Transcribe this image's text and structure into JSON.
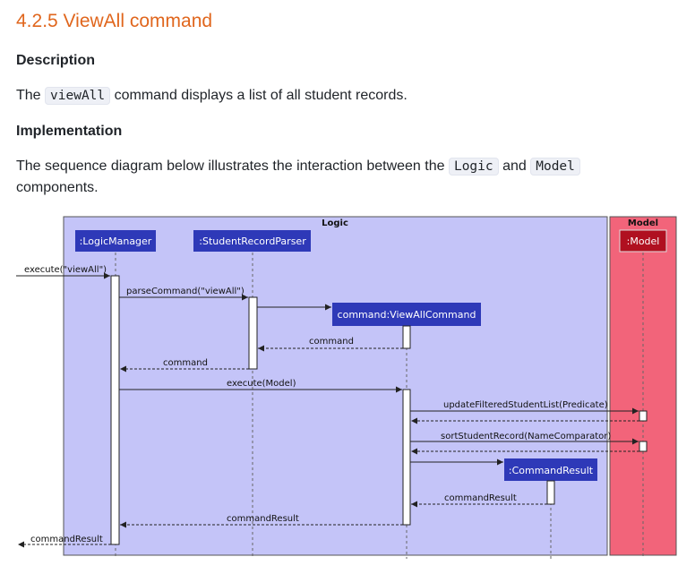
{
  "section_title": "4.2.5 ViewAll command",
  "description": {
    "heading": "Description",
    "pre": "The",
    "code": "viewAll",
    "post": "command displays a list of all student records."
  },
  "implementation": {
    "heading": "Implementation",
    "pre": "The sequence diagram below illustrates the interaction between the",
    "code1": "Logic",
    "mid": "and",
    "code2": "Model",
    "post": "components."
  },
  "diagram": {
    "colors": {
      "logic_box": "#c4c4f8",
      "model_box": "#f2647a",
      "participant": "#2e39b8",
      "model_participant": "#b01020"
    },
    "logic_label": "Logic",
    "model_label": "Model",
    "participants": {
      "logic_manager": ":LogicManager",
      "parser": ":StudentRecordParser",
      "view_all_command": "command:ViewAllCommand",
      "command_result": ":CommandResult",
      "model": ":Model"
    },
    "messages": {
      "m1": "execute(\"viewAll\")",
      "m2": "parseCommand(\"viewAll\")",
      "m3": "command",
      "m4": "command",
      "m5": "execute(Model)",
      "m6": "updateFilteredStudentList(Predicate)",
      "m7": "sortStudentRecord(NameComparator)",
      "m8": "commandResult",
      "m9": "commandResult",
      "m10": "commandResult"
    }
  }
}
